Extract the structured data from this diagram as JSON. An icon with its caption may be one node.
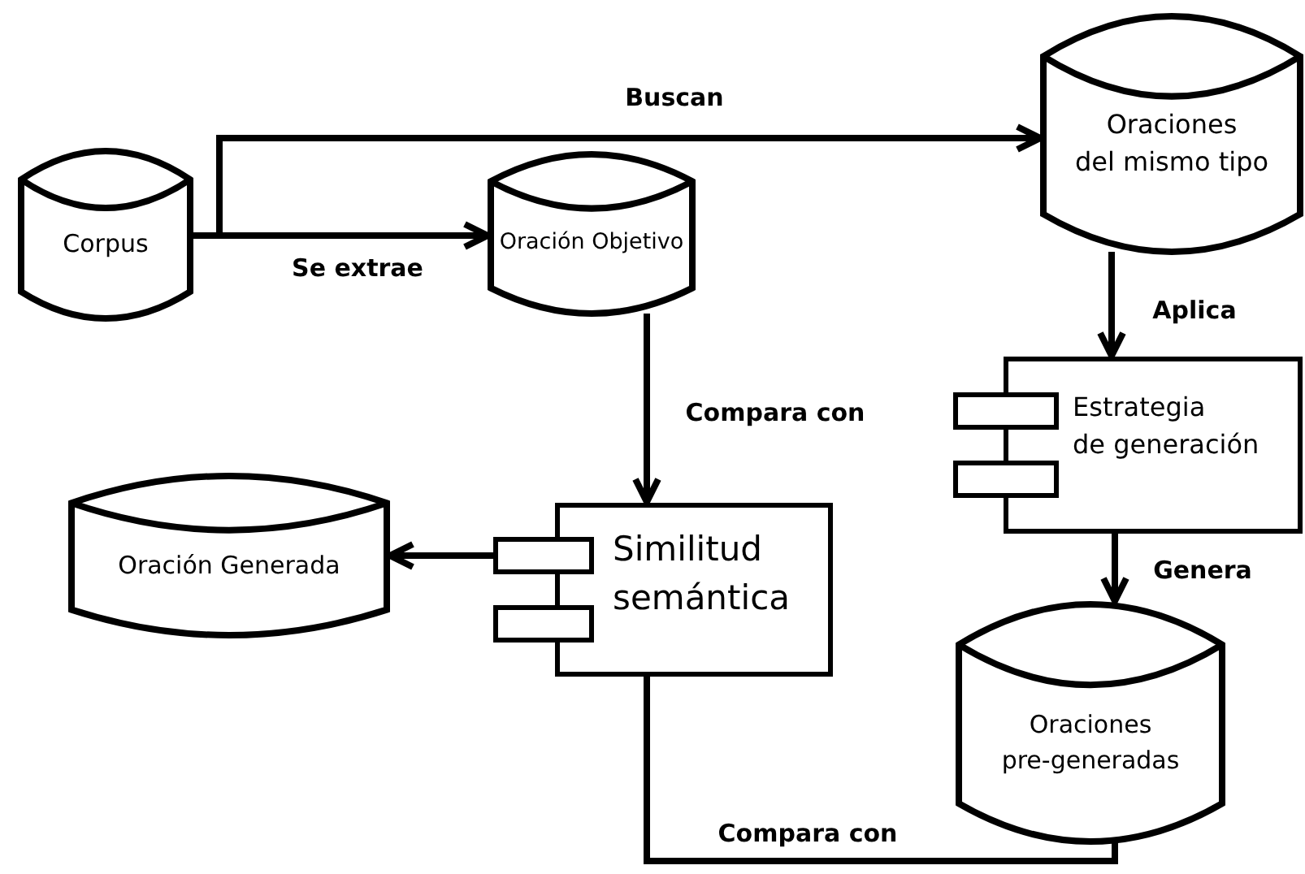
{
  "diagram": {
    "nodes": [
      {
        "text": [
          "Corpus"
        ]
      },
      {
        "text": [
          "Oración Objetivo"
        ]
      },
      {
        "text": [
          "Oraciones del mismo tipo"
        ]
      },
      {
        "text": [
          "Estrategia de generación"
        ]
      },
      {
        "text": [
          "Oración Generada"
        ]
      },
      {
        "text": [
          "Similitud semántica"
        ]
      },
      {
        "text": [
          "Oraciones pre-generadas"
        ]
      }
    ],
    "edges": [
      {
        "from": 0,
        "to": 1,
        "arrow": "to",
        "label": "Se extrae"
      },
      {
        "from": 0,
        "to": 2,
        "arrow": "to",
        "label": "Buscan"
      },
      {
        "from": 1,
        "to": 5,
        "arrow": "to",
        "label": "Compara con"
      },
      {
        "from": 2,
        "to": 3,
        "arrow": "to",
        "label": "Aplica"
      },
      {
        "from": 3,
        "to": 6,
        "arrow": "to",
        "label": "Genera"
      },
      {
        "from": 5,
        "to": 4,
        "arrow": "to"
      },
      {
        "from": 5,
        "to": 6,
        "arrow": "none",
        "label": "Compara con"
      }
    ]
  }
}
